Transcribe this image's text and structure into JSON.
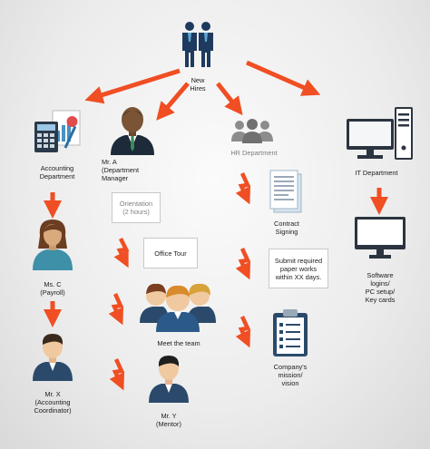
{
  "colors": {
    "arrow": "#f04e23",
    "suit": "#2b4a6b",
    "hr_gray": "#8c8c8c"
  },
  "nodes": {
    "new_hires": "New\nHires",
    "accounting": "Accounting\nDepartment",
    "mr_a": "Mr. A\n(Department\nManager",
    "hr": "HR Department",
    "it": "IT Department",
    "orientation": "Orientation\n(2 hours)",
    "contract": "Contract\nSigning",
    "ms_c": "Ms. C\n(Payroll)",
    "office_tour": "Office Tour",
    "submit": "Submit required\npaper works\nwithin XX days.",
    "software": "Software\nlogins/\nPC setup/\nKey cards",
    "meet_team": "Meet the team",
    "mr_x": "Mr. X\n(Accounting\nCoordinator)",
    "mission": "Company's\nmission/\nvision",
    "mr_y": "Mr. Y\n(Mentor)"
  },
  "icons": [
    "new-hires-icon",
    "accounting-icon",
    "manager-icon",
    "hr-group-icon",
    "computer-tower-icon",
    "contract-document-icon",
    "payroll-woman-icon",
    "team-group-icon",
    "monitor-icon",
    "coordinator-man-icon",
    "clipboard-checklist-icon",
    "mentor-man-icon"
  ]
}
